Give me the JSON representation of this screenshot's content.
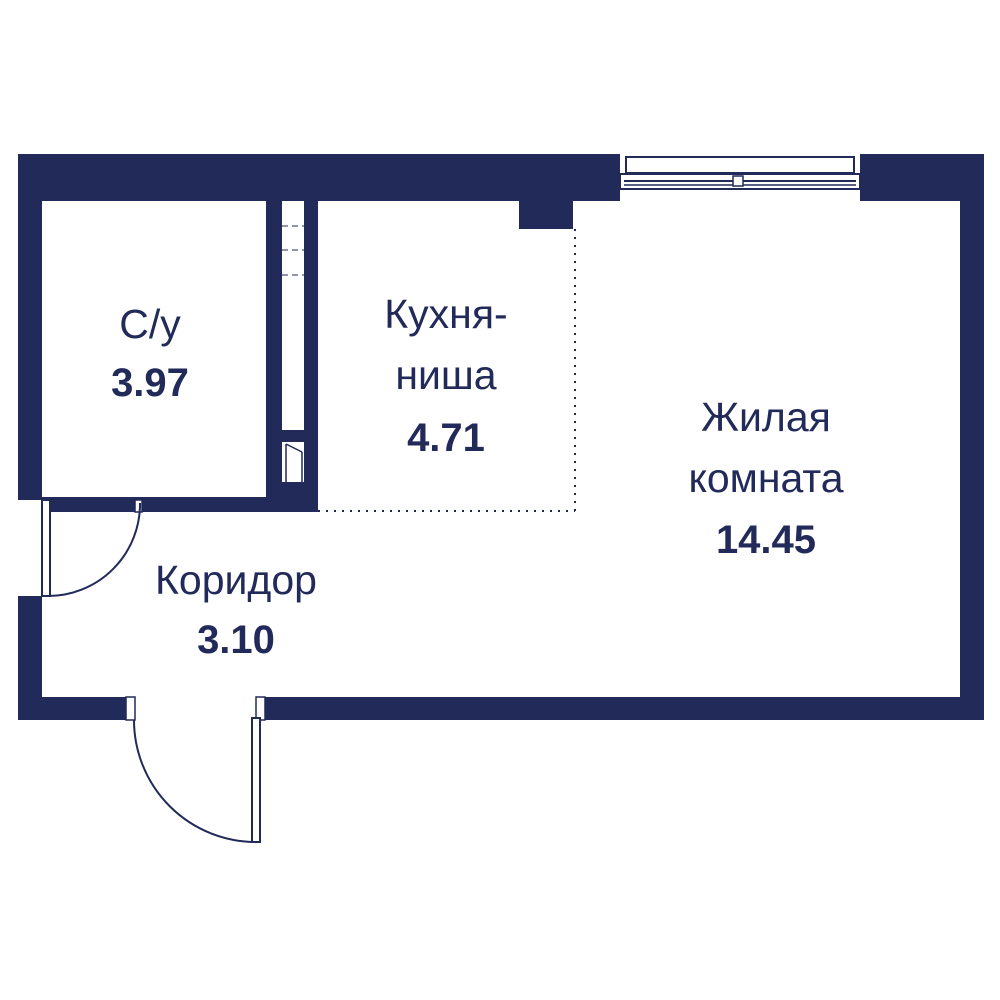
{
  "colors": {
    "wall": "#222a5a",
    "background": "#ffffff",
    "text": "#222a5a"
  },
  "rooms": [
    {
      "id": "bathroom",
      "name": "С/у",
      "area": "3.97"
    },
    {
      "id": "kitchen",
      "name_line1": "Кухня-",
      "name_line2": "ниша",
      "area": "4.71"
    },
    {
      "id": "living",
      "name_line1": "Жилая",
      "name_line2": "комната",
      "area": "14.45"
    },
    {
      "id": "corridor",
      "name": "Коридор",
      "area": "3.10"
    }
  ]
}
